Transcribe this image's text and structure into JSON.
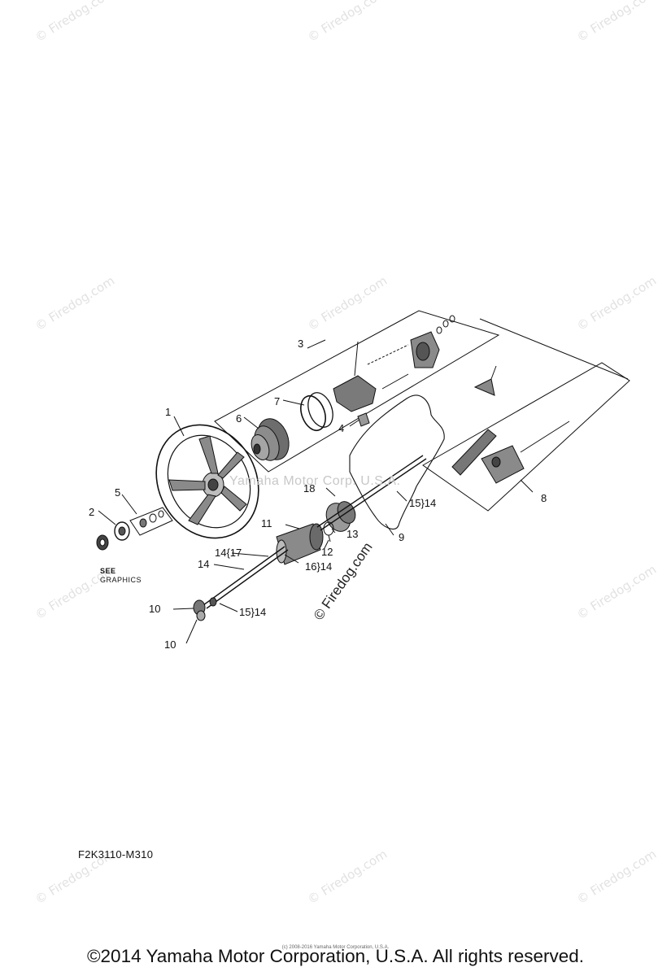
{
  "watermark": "© Firedog.com",
  "diagram_code": "F2K3110-M310",
  "center_watermark": "Yamaha Motor Corp. U.S.A.",
  "center_firedog": "© Firedog.com",
  "see_graphics": {
    "line1": "SEE",
    "line2": "GRAPHICS"
  },
  "footer_small": "(c) 2008-2016 Yamaha Motor Corporation, U.S.A.",
  "footer": "©2014 Yamaha Motor Corporation, U.S.A. All rights reserved.",
  "callouts": {
    "c1": "1",
    "c2": "2",
    "c3": "3",
    "c4": "4",
    "c5": "5",
    "c6": "6",
    "c7": "7",
    "c8": "8",
    "c9": "9",
    "c10a": "10",
    "c10b": "10",
    "c11": "11",
    "c12": "12",
    "c13": "13",
    "c14a": "14",
    "c14_17": "14{17",
    "c16_14": "16}14",
    "c15_14a": "15}14",
    "c15_14b": "15}14",
    "c18": "18"
  }
}
